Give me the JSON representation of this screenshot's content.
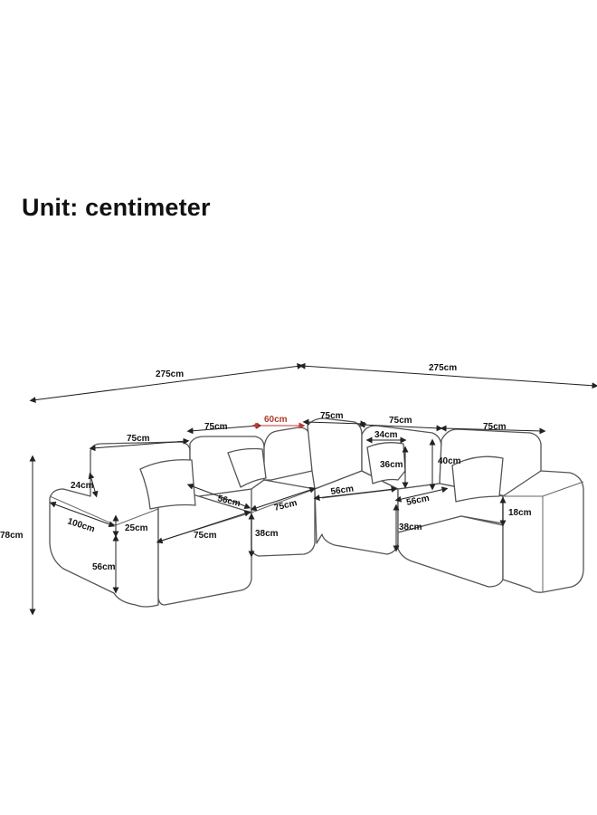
{
  "title": "Unit: centimeter",
  "dimensions": {
    "overall_left": "275cm",
    "overall_right": "275cm",
    "height_total": "78cm",
    "seat_width_1": "75cm",
    "seat_width_2": "75cm",
    "corner_width": "60cm",
    "seat_width_3": "75cm",
    "seat_width_4": "75cm",
    "seat_width_5": "75cm",
    "back_thickness": "24cm",
    "arm_depth": "100cm",
    "arm_top": "25cm",
    "arm_height": "56cm",
    "seat_front_width": "75cm",
    "seat_depth_1": "56cm",
    "seat_front_2": "75cm",
    "seat_height_1": "38cm",
    "seat_depth_2": "56cm",
    "pillow_width": "34cm",
    "pillow_height": "36cm",
    "back_height": "40cm",
    "seat_depth_3": "56cm",
    "seat_height_2": "38cm",
    "cushion_thickness": "18cm"
  }
}
